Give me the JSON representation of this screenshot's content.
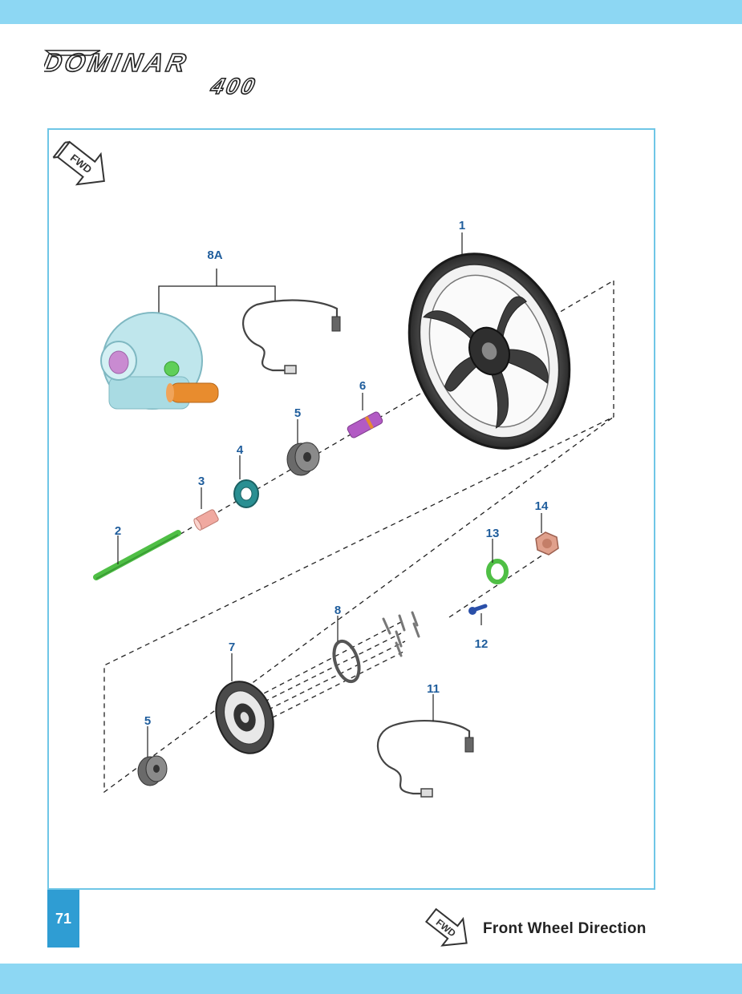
{
  "brand": {
    "logo_text": "DOMINAR",
    "model_text": "400"
  },
  "diagram": {
    "fwd_label": "FWD",
    "callouts": {
      "c1": "1",
      "c2": "2",
      "c3": "3",
      "c4": "4",
      "c5a": "5",
      "c5b": "5",
      "c6": "6",
      "c7": "7",
      "c8": "8",
      "c8a": "8A",
      "c11": "11",
      "c12": "12",
      "c13": "13",
      "c14": "14"
    }
  },
  "footer": {
    "page_number": "71",
    "fwd_label": "FWD",
    "legend_text": "Front Wheel Direction"
  },
  "colors": {
    "band": "#8dd7f3",
    "frame_border": "#6fc6e6",
    "callout": "#1f5d9c",
    "page_badge": "#2f9dd3"
  }
}
